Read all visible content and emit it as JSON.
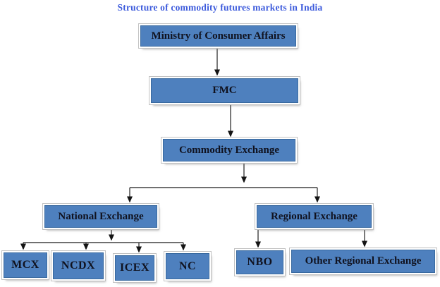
{
  "title": "Structure of commodity futures markets in India",
  "nodes": {
    "ministry": "Ministry of Consumer Affairs",
    "fmc": "FMC",
    "commodity": "Commodity Exchange",
    "national": "National Exchange",
    "regional": "Regional Exchange",
    "mcx": "MCX",
    "ncdx": "NCDX",
    "icex": "ICEX",
    "nc": "NC",
    "nbo": "NBO",
    "other_regional": "Other Regional Exchange"
  },
  "edges": [
    [
      "ministry",
      "fmc"
    ],
    [
      "fmc",
      "commodity"
    ],
    [
      "commodity",
      "national"
    ],
    [
      "commodity",
      "regional"
    ],
    [
      "national",
      "mcx"
    ],
    [
      "national",
      "ncdx"
    ],
    [
      "national",
      "icex"
    ],
    [
      "national",
      "nc"
    ],
    [
      "regional",
      "nbo"
    ],
    [
      "regional",
      "other_regional"
    ]
  ],
  "colors": {
    "title_text": "#3d5bdc",
    "node_fill": "#4e80be",
    "node_border": "#38699f",
    "node_text": "#10121f",
    "connector_line": "#404040",
    "arrowhead": "#141414",
    "background": "#ffffff"
  }
}
